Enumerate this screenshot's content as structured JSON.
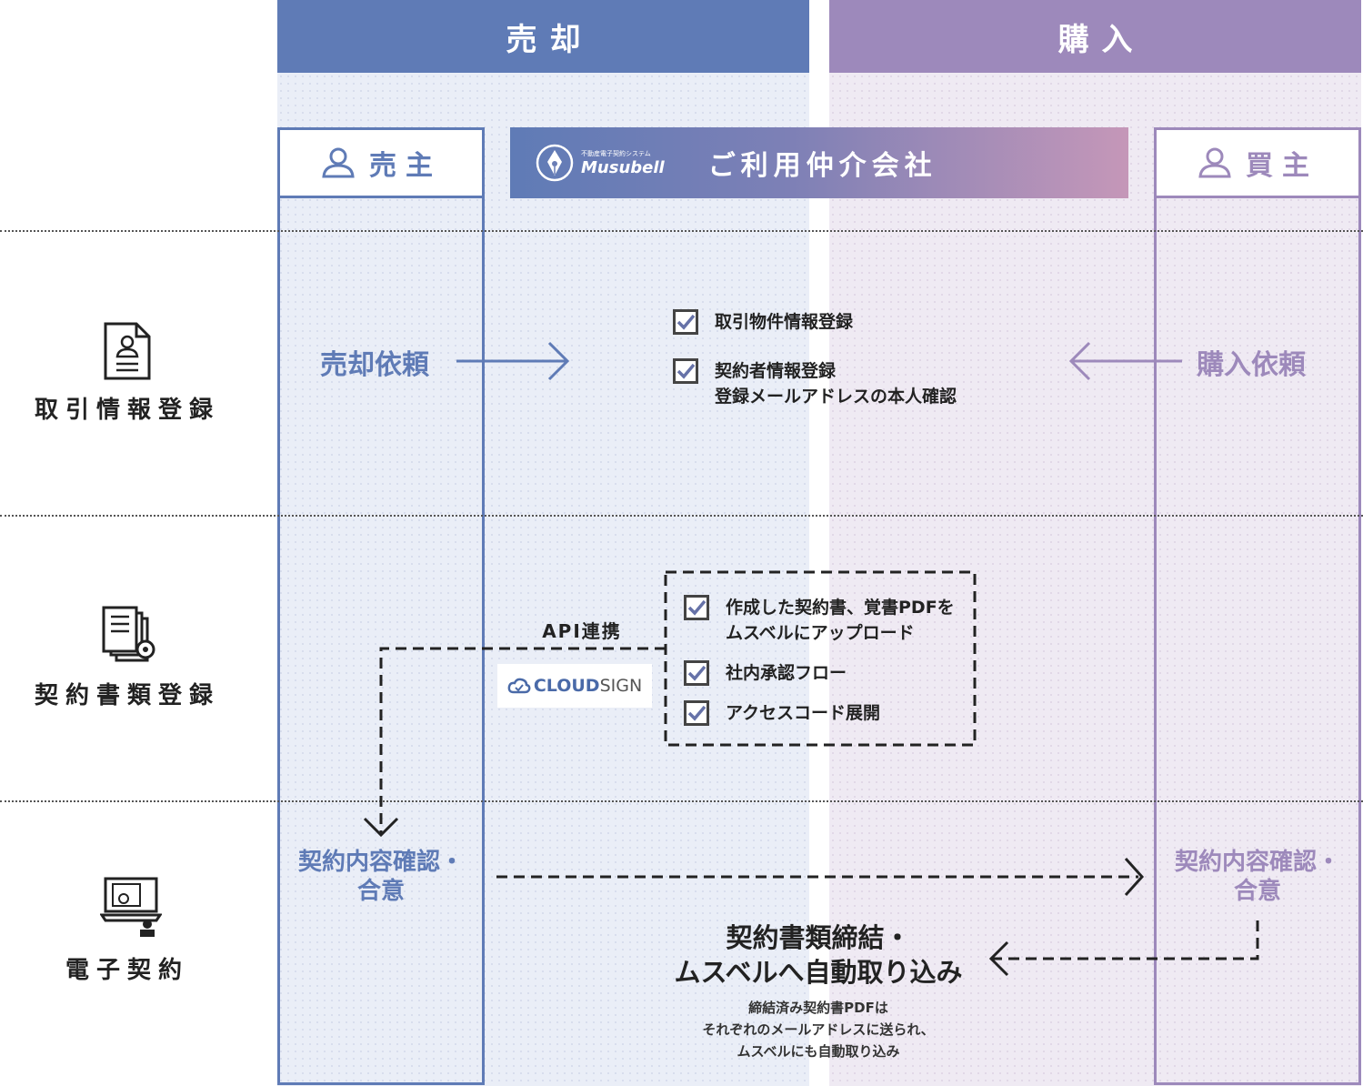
{
  "headers": {
    "sell": "売却",
    "buy": "購入"
  },
  "parties": {
    "seller": "売主",
    "broker": "ご利用仲介会社",
    "buyer": "買主"
  },
  "logo": {
    "sub": "不動産電子契約システム",
    "name": "Musubell"
  },
  "rows": [
    {
      "label": "取引情報登録",
      "icon": "document-person-icon"
    },
    {
      "label": "契約書類登録",
      "icon": "documents-gear-icon"
    },
    {
      "label": "電子契約",
      "icon": "laptop-stamp-icon"
    }
  ],
  "step1": {
    "seller_request": "売却依頼",
    "buyer_request": "購入依頼",
    "checks": [
      "取引物件情報登録",
      "契約者情報登録",
      "登録メールアドレスの本人確認"
    ]
  },
  "step2": {
    "api_label": "API連携",
    "cloudsign_prefix": "CLOUD",
    "cloudsign_suffix": "SIGN",
    "checks": [
      "作成した契約書、覚書PDFを",
      "ムスベルにアップロード",
      "社内承認フロー",
      "アクセスコード展開"
    ]
  },
  "step3": {
    "seller_confirm": [
      "契約内容確認・",
      "合意"
    ],
    "buyer_confirm": [
      "契約内容確認・",
      "合意"
    ],
    "final_title": [
      "契約書類締結・",
      "ムスベルへ自動取り込み"
    ],
    "final_note": [
      "締結済み契約書PDFは",
      "それぞれのメールアドレスに送られ、",
      "ムスベルにも自動取り込み"
    ]
  },
  "colors": {
    "sell": "#5f7bb6",
    "buy": "#9d89bb"
  }
}
